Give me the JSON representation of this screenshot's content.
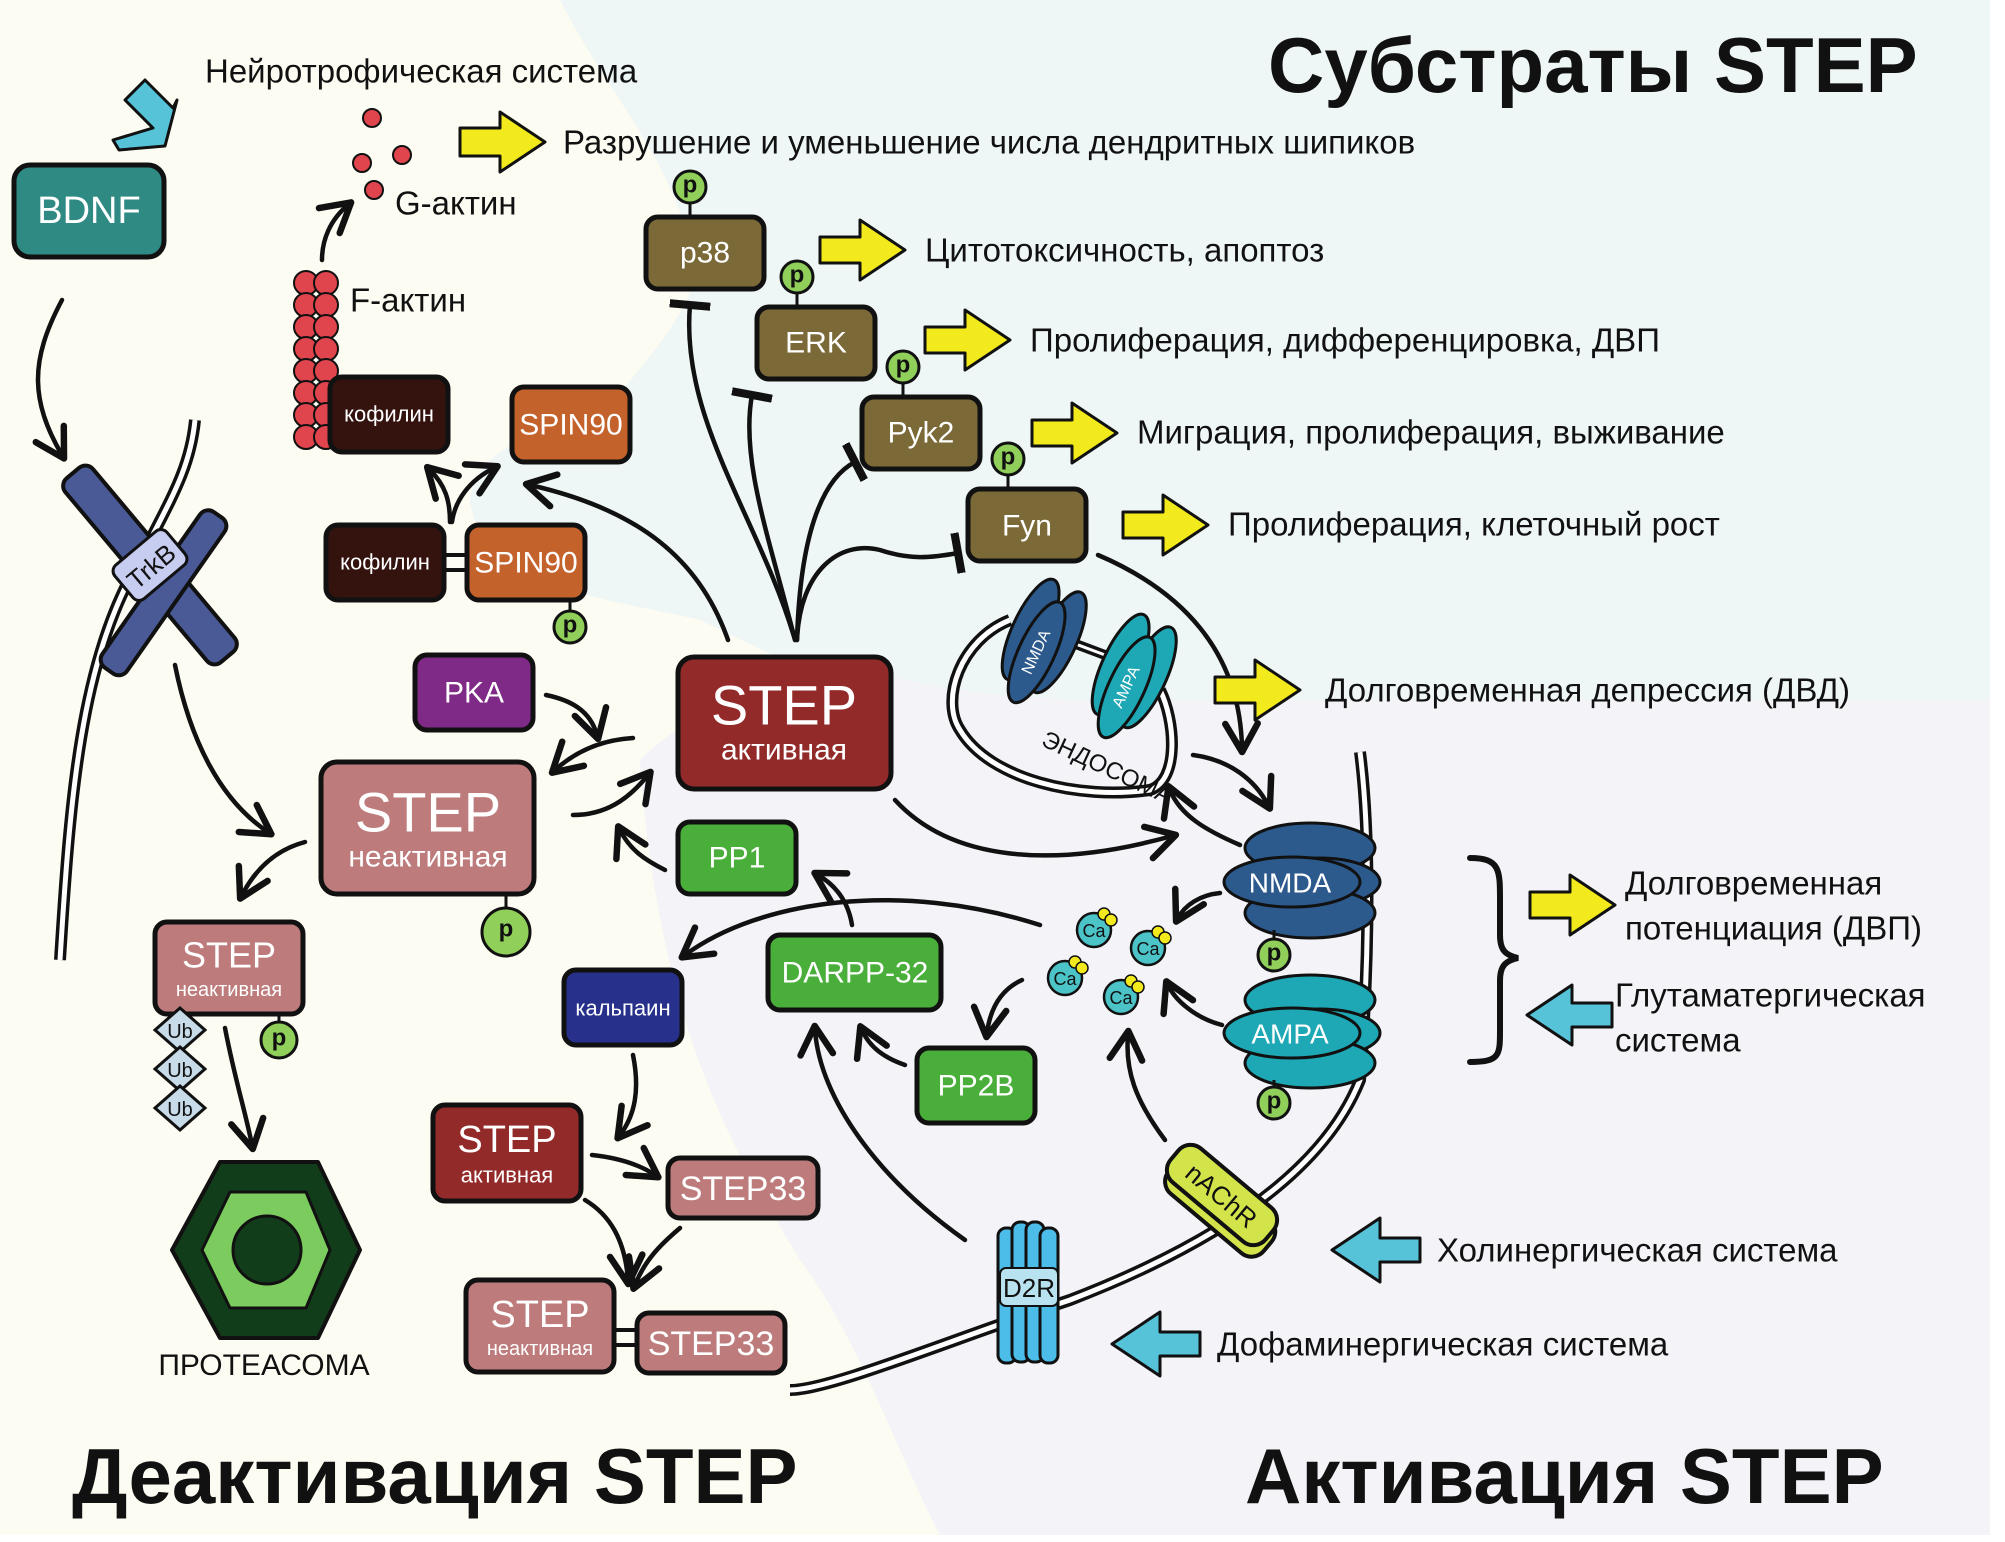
{
  "sections": {
    "substrates_title": "Субстраты STEP",
    "deactivation_title": "Деактивация STEP",
    "activation_title": "Активация STEP"
  },
  "systems": {
    "neurotrophic": "Нейротрофическая система",
    "glutamatergic_line1": "Глутаматергическая",
    "glutamatergic_line2": "система",
    "cholinergic": "Холинергическая система",
    "dopaminergic": "Дофаминергическая система"
  },
  "actin": {
    "g_actin": "G-актин",
    "f_actin": "F-актин"
  },
  "nodes": {
    "bdnf": "BDNF",
    "trkb": "TrkB",
    "cofilin_top": "кофилин",
    "spin90_top": "SPIN90",
    "cofilin_complex": "кофилин",
    "spin90_complex": "SPIN90",
    "pka": "PKA",
    "step_active_main_title": "STEP",
    "step_active_main_sub": "активная",
    "step_inactive_main_title": "STEP",
    "step_inactive_main_sub": "неактивная",
    "step_inactive_ub_title": "STEP",
    "step_inactive_ub_sub": "неактивная",
    "ub": "Ub",
    "proteasome": "ПРОТЕАСОМА",
    "pp1": "PP1",
    "darpp32": "DARPP-32",
    "pp2b": "PP2B",
    "calpain": "кальпаин",
    "step_active_small_title": "STEP",
    "step_active_small_sub": "активная",
    "step33_a": "STEP33",
    "step_inactive_bottom_title": "STEP",
    "step_inactive_bottom_sub": "неактивная",
    "step33_b": "STEP33",
    "p38": "p38",
    "erk": "ERK",
    "pyk2": "Pyk2",
    "fyn": "Fyn",
    "endosome": "ЭНДОСОМА",
    "endo_nmda": "NMDA",
    "endo_ampa": "AMPA",
    "nmda": "NMDA",
    "ampa": "AMPA",
    "ca": "Ca",
    "nachr": "nAChR",
    "d2r": "D2R",
    "phospho": "p"
  },
  "outcomes": {
    "spines": "Разрушение и уменьшение числа дендритных шипиков",
    "p38": "Цитотоксичность, апоптоз",
    "erk": "Пролиферация, дифференцировка, ДВП",
    "pyk2": "Миграция, пролиферация, выживание",
    "fyn": "Пролиферация, клеточный рост",
    "ltd": "Долговременная депрессия (ДВД)",
    "ltp_line1": "Долговременная",
    "ltp_line2": "потенциация (ДВП)"
  },
  "colors": {
    "bg_deactivation": "#fdfcf2",
    "bg_substrates": "#eef6f6",
    "bg_activation": "#f3f3f8",
    "bdnf": "#2f8a84",
    "trkb": "#4a5a96",
    "cofilin": "#34130f",
    "spin90": "#c4622c",
    "pka": "#7f2a86",
    "step_active": "#932a2a",
    "step_inactive": "#bd7b7b",
    "kinase": "#7b6a38",
    "phosphatase": "#4aae3b",
    "calpain": "#27318c",
    "proteasome_dark": "#123d1a",
    "proteasome_light": "#7ccb5e",
    "nmda": "#2c5a8c",
    "ampa": "#1ea7b4",
    "nachr": "#d3e34a",
    "d2r": "#4cbce8",
    "output_arrow": "#f2ea1c",
    "input_arrow": "#56c3d9",
    "phospho": "#8fcf5a",
    "actin": "#e0444c",
    "ca": "#4cc3c7"
  }
}
